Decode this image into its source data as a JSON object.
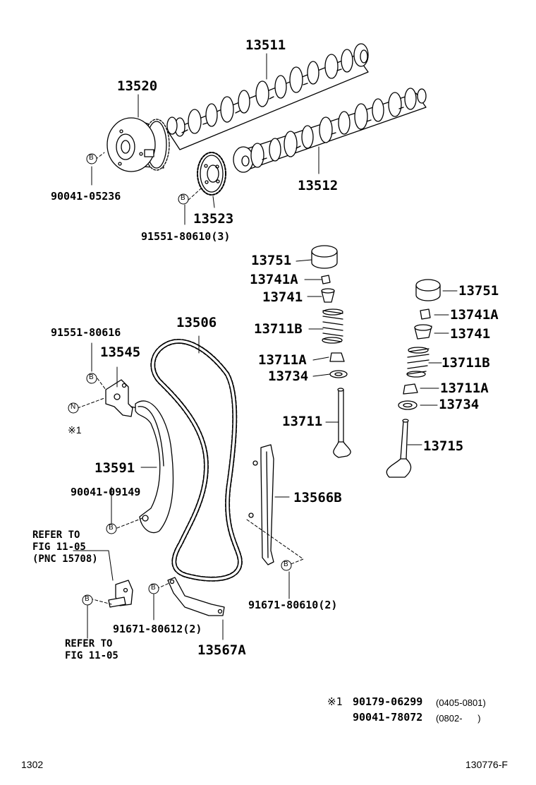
{
  "parts": {
    "camshaft_exhaust": "13511",
    "camshaft_intake": "13512",
    "vvt_gear": "13520",
    "cam_sprocket": "13523",
    "chain": "13506",
    "tensioner": "13545",
    "slipper": "13591",
    "chain_guide": "13566B",
    "damper": "13567A",
    "lifter_a": "13751",
    "lifter_b": "13751",
    "keeper_a": "13741A",
    "keeper_b": "13741A",
    "retainer_a": "13741",
    "retainer_b": "13741",
    "spring_a": "13711B",
    "spring_b": "13711B",
    "seal_a": "13711A",
    "seal_b": "13711A",
    "seat_a": "13734",
    "seat_b": "13734",
    "valve_intake": "13711",
    "valve_exhaust": "13715"
  },
  "bolts": {
    "b_90041_05236": "90041-05236",
    "b_91551_80610": "91551-80610(3)",
    "b_91551_80616": "91551-80616",
    "b_90041_09149": "90041-09149",
    "b_91671_80612": "91671-80612(2)",
    "b_91671_80610": "91671-80610(2)"
  },
  "refs": {
    "refer_pnc": "REFER TO\nFIG 11-05\n(PNC 15708)",
    "refer_fig": "REFER TO\nFIG 11-05"
  },
  "markers": {
    "bolt_symbol": "B",
    "nut_symbol": "N",
    "note_marker": "※1"
  },
  "footnote": {
    "marker": "※1",
    "line1_part": "90179-06299",
    "line1_range": "(0405-0801)",
    "line2_part": "90041-78072",
    "line2_range": "(0802-      )"
  },
  "footer": {
    "left": "1302",
    "right": "130776-F"
  }
}
